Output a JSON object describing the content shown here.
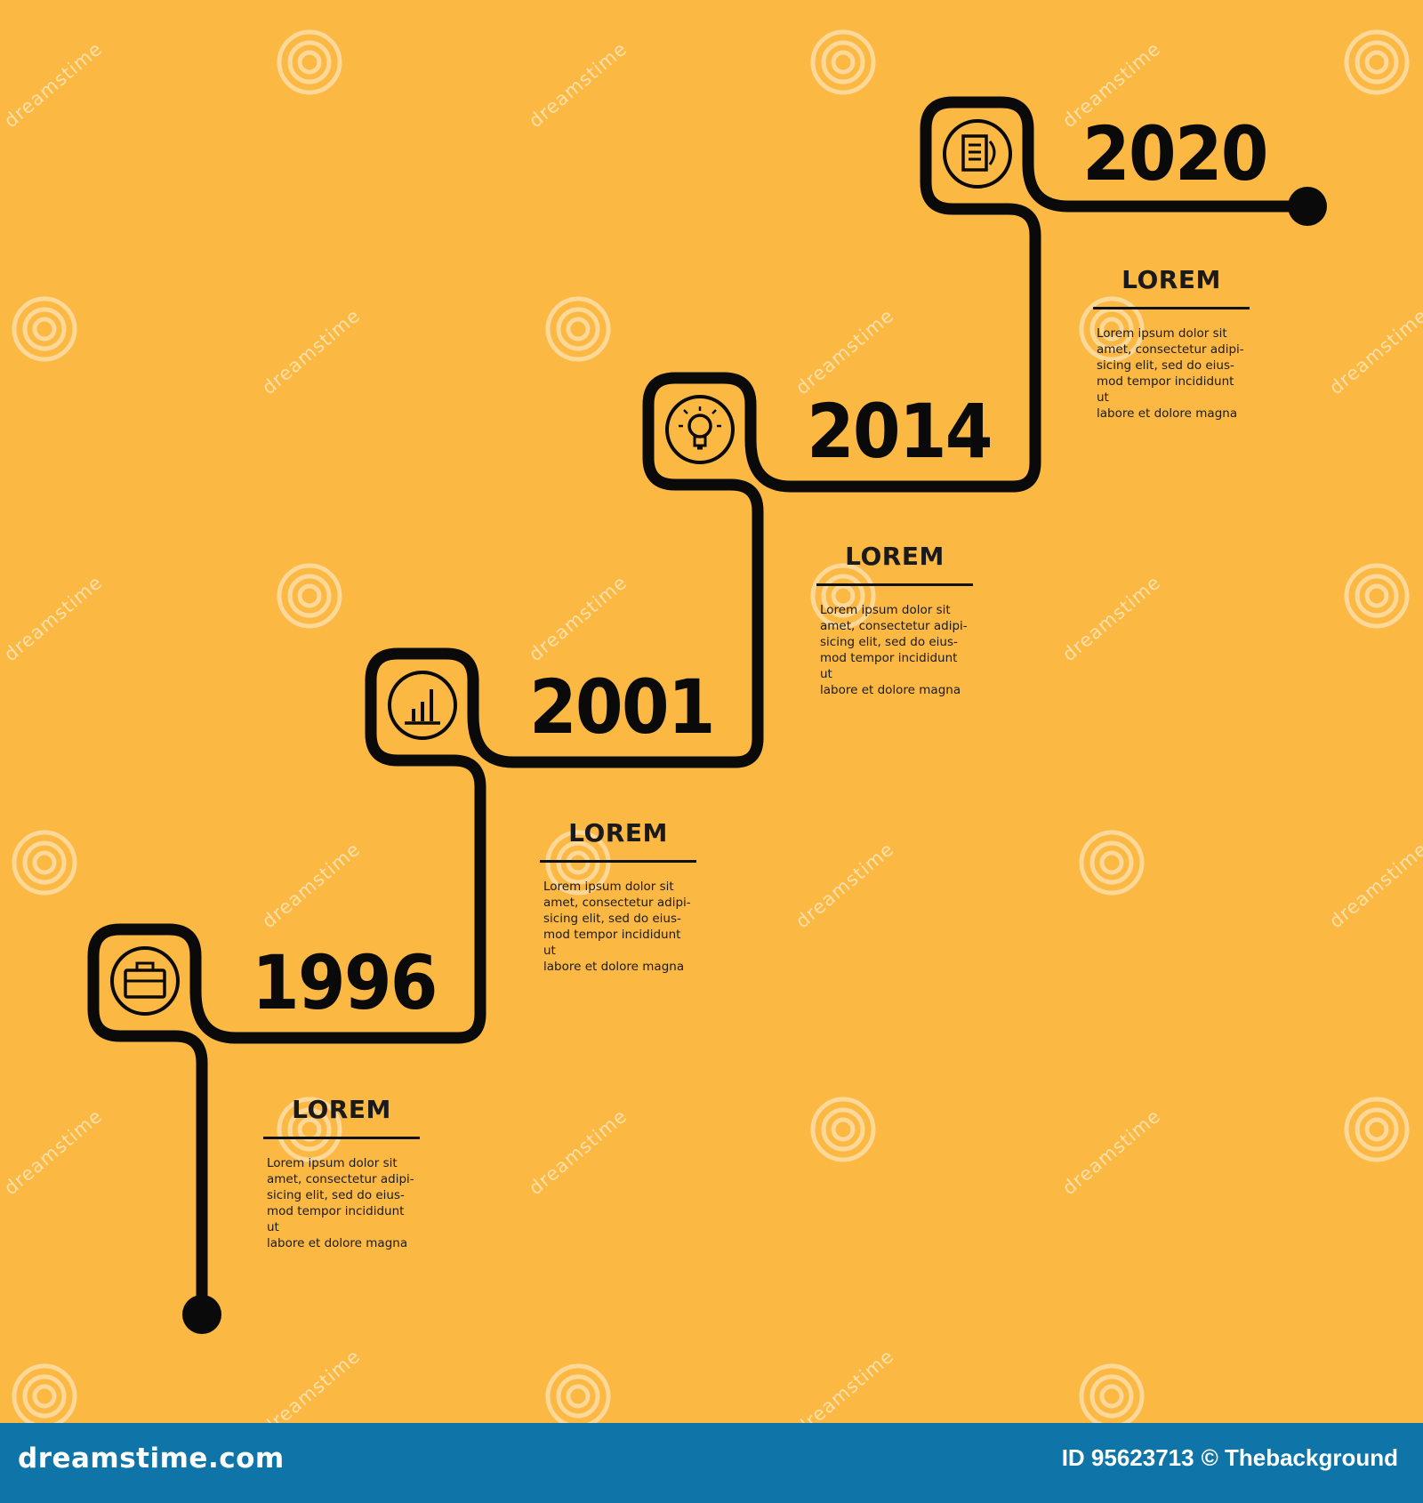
{
  "timeline": {
    "line_color": "#0a0a0a",
    "milestones": [
      {
        "year": "1996",
        "icon": "briefcase-icon",
        "title": "LOREM",
        "text": "Lorem ipsum dolor sit\namet, consectetur adipi-\nsicing elit, sed do eius-\nmod tempor incididunt ut\nlabore et dolore magna"
      },
      {
        "year": "2001",
        "icon": "bar-chart-icon",
        "title": "LOREM",
        "text": "Lorem ipsum dolor sit\namet, consectetur adipi-\nsicing elit, sed do eius-\nmod tempor incididunt ut\nlabore et dolore magna"
      },
      {
        "year": "2014",
        "icon": "lightbulb-icon",
        "title": "LOREM",
        "text": "Lorem ipsum dolor sit\namet, consectetur adipi-\nsicing elit, sed do eius-\nmod tempor incididunt ut\nlabore et dolore magna"
      },
      {
        "year": "2020",
        "icon": "document-icon",
        "title": "LOREM",
        "text": "Lorem ipsum dolor sit\namet, consectetur adipi-\nsicing elit, sed do eius-\nmod tempor incididunt ut\nlabore et dolore magna"
      }
    ]
  },
  "colors": {
    "background": "#fbb944",
    "footer": "#0f75a8"
  },
  "watermark": {
    "text": "dreamstime"
  },
  "footer": {
    "brand": "dreamstime.com",
    "id_label": "ID 95623713",
    "copyright": "© Thebackground"
  }
}
